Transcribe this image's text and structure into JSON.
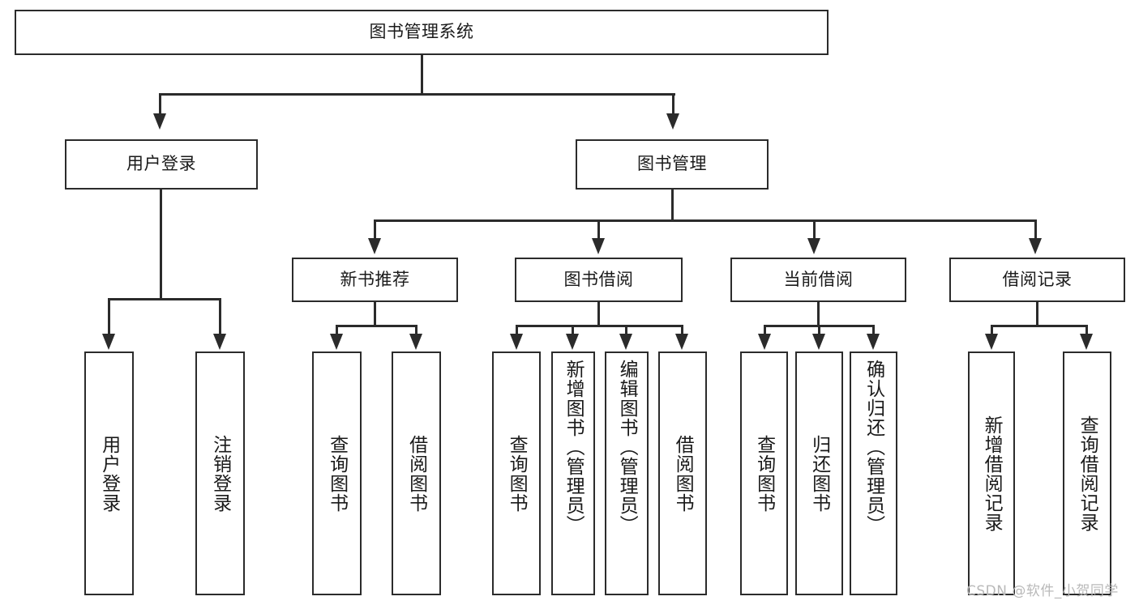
{
  "diagram": {
    "type": "tree-hierarchy-functional-decomposition",
    "background_color": "#ffffff",
    "line_color": "#2b2b2b",
    "text_color": "#1a1a1a",
    "root": {
      "label": "图书管理系统"
    },
    "level2": [
      {
        "label": "用户登录"
      },
      {
        "label": "图书管理"
      }
    ],
    "level3": [
      {
        "label": "新书推荐"
      },
      {
        "label": "图书借阅"
      },
      {
        "label": "当前借阅"
      },
      {
        "label": "借阅记录"
      }
    ],
    "leaves": {
      "user_login": [
        {
          "label": "用户登录"
        },
        {
          "label": "注销登录"
        }
      ],
      "new_book_recommend": [
        {
          "label": "查询图书"
        },
        {
          "label": "借阅图书"
        }
      ],
      "book_borrow": [
        {
          "label": "查询图书"
        },
        {
          "label": "新增图书（管理员）"
        },
        {
          "label": "编辑图书（管理员）"
        },
        {
          "label": "借阅图书"
        }
      ],
      "current_borrow": [
        {
          "label": "查询图书"
        },
        {
          "label": "归还图书"
        },
        {
          "label": "确认归还（管理员）"
        }
      ],
      "borrow_record": [
        {
          "label": "新增借阅记录"
        },
        {
          "label": "查询借阅记录"
        }
      ]
    }
  },
  "watermark": {
    "text": "CSDN @软件_小贺同学"
  }
}
